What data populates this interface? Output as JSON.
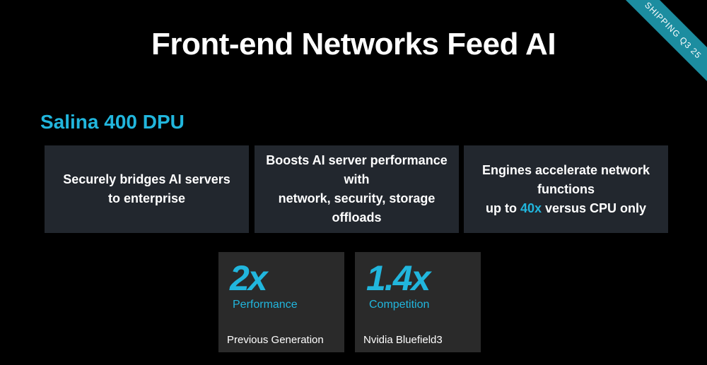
{
  "title": "Front-end Networks Feed AI",
  "ribbon": "SHIPPING Q3 25",
  "subtitle": "Salina 400 DPU",
  "cards": [
    {
      "line1": "Securely bridges AI servers",
      "line2": "to enterprise"
    },
    {
      "line1": "Boosts AI server performance with",
      "line2": "network, security, storage offloads"
    },
    {
      "line1": "Engines accelerate network functions",
      "line2_pre": "up to ",
      "line2_highlight": "40x",
      "line2_post": " versus CPU only"
    }
  ],
  "stats": [
    {
      "value": "2x",
      "metric": "Performance",
      "reference": "Previous Generation"
    },
    {
      "value": "1.4x",
      "metric": "Competition",
      "reference": "Nvidia Bluefield3"
    }
  ],
  "colors": {
    "accent": "#21b6dd",
    "ribbon": "#1c8da0",
    "card_bg": "#22272e",
    "stat_bg": "#2a2a2a"
  }
}
